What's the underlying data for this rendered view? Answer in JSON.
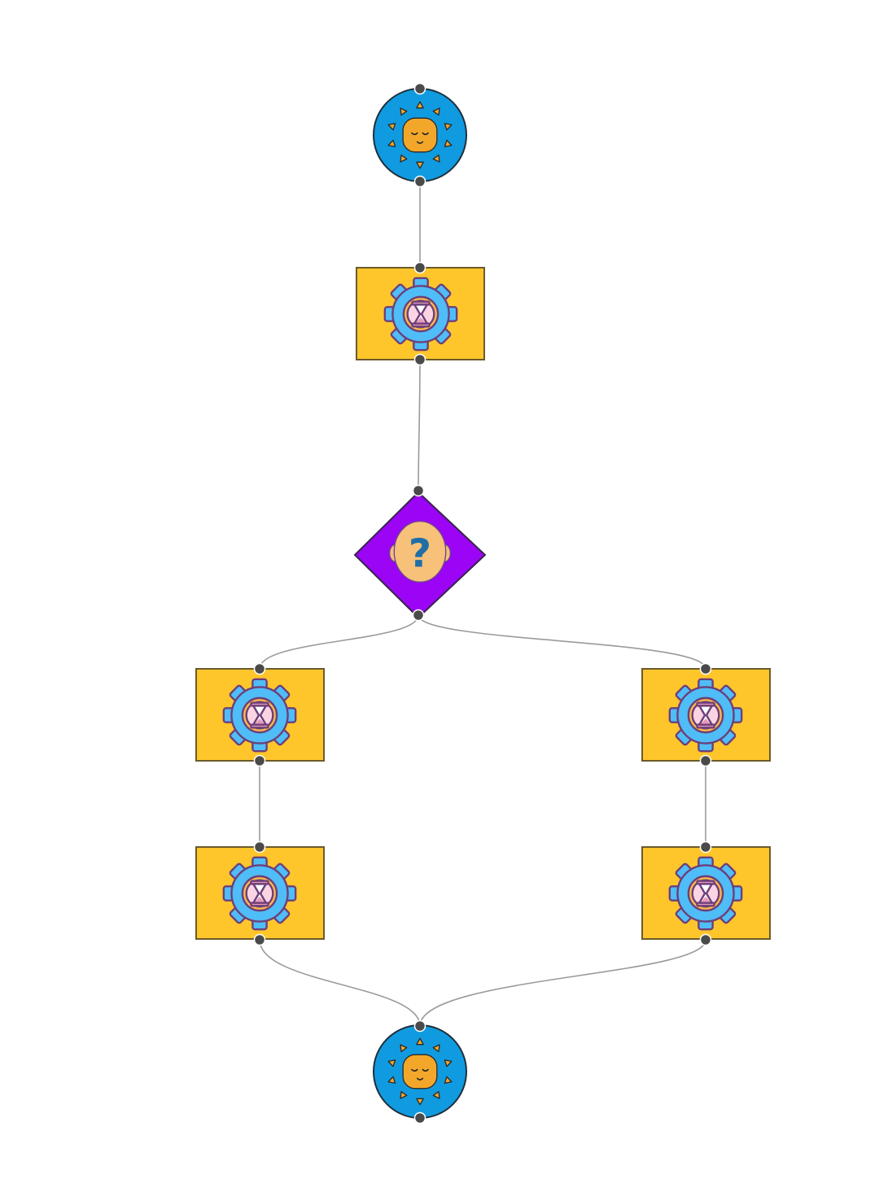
{
  "diagram": {
    "type": "process-flow",
    "nodes": [
      {
        "id": "start",
        "kind": "event",
        "icon": "sun-face-icon"
      },
      {
        "id": "task-1",
        "kind": "task",
        "icon": "gear-hourglass-icon"
      },
      {
        "id": "gateway",
        "kind": "decision",
        "icon": "head-question-icon",
        "label": "?"
      },
      {
        "id": "task-left-1",
        "kind": "task",
        "icon": "gear-hourglass-icon"
      },
      {
        "id": "task-right-1",
        "kind": "task",
        "icon": "gear-hourglass-icon"
      },
      {
        "id": "task-left-2",
        "kind": "task",
        "icon": "gear-hourglass-icon"
      },
      {
        "id": "task-right-2",
        "kind": "task",
        "icon": "gear-hourglass-icon"
      },
      {
        "id": "end",
        "kind": "event",
        "icon": "sun-face-icon"
      }
    ],
    "edges": [
      {
        "from": "start",
        "to": "task-1"
      },
      {
        "from": "task-1",
        "to": "gateway"
      },
      {
        "from": "gateway",
        "to": "task-left-1"
      },
      {
        "from": "gateway",
        "to": "task-right-1"
      },
      {
        "from": "task-left-1",
        "to": "task-left-2"
      },
      {
        "from": "task-right-1",
        "to": "task-right-2"
      },
      {
        "from": "task-left-2",
        "to": "end"
      },
      {
        "from": "task-right-2",
        "to": "end"
      }
    ],
    "colors": {
      "task_fill": "#ffc62b",
      "event_fill": "#109be0",
      "gateway_fill": "#9b04f5",
      "gear_fill": "#4fbdf7",
      "face_fill": "#f9b94a",
      "head_fill": "#f7c179",
      "question_mark": "#1f6fa6",
      "edge": "#9a9a9a",
      "port": "#4a4a4a"
    }
  }
}
